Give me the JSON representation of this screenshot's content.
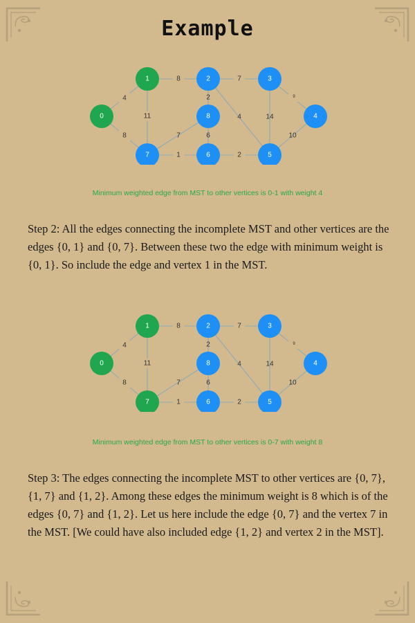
{
  "title": "Example",
  "colors": {
    "background": "#d2b98e",
    "mst_node": "#1fa64e",
    "other_node": "#1e90f5",
    "edge": "#8eaab5",
    "caption": "#2aa84a"
  },
  "step2": {
    "caption": "Minimum weighted edge from MST to other vertices is 0-1 with weight 4",
    "text": "Step 2: All the edges connecting the incomplete MST and other vertices are the edges {0, 1} and {0, 7}. Between these two the edge with minimum weight is {0, 1}. So include the edge and vertex 1 in the MST.",
    "mst_vertices": [
      "0",
      "1"
    ]
  },
  "step3": {
    "caption": "Minimum weighted edge from MST to other vertices is 0-7 with weight 8",
    "text": "Step 3: The edges connecting the incomplete MST to other vertices are {0, 7}, {1, 7} and {1, 2}. Among these edges the minimum weight is 8 which is of the edges {0, 7} and {1, 2}. Let us here include the edge {0, 7} and the vertex 7 in the MST. [We could have also included edge {1, 2} and vertex 2 in the MST].",
    "mst_vertices": [
      "0",
      "1",
      "7"
    ]
  },
  "graph": {
    "vertices": [
      "0",
      "1",
      "2",
      "3",
      "4",
      "5",
      "6",
      "7",
      "8"
    ],
    "edges": [
      {
        "from": "0",
        "to": "1",
        "weight": "4"
      },
      {
        "from": "0",
        "to": "7",
        "weight": "8"
      },
      {
        "from": "1",
        "to": "2",
        "weight": "8"
      },
      {
        "from": "1",
        "to": "7",
        "weight": "11"
      },
      {
        "from": "2",
        "to": "3",
        "weight": "7"
      },
      {
        "from": "2",
        "to": "8",
        "weight": "2"
      },
      {
        "from": "2",
        "to": "5",
        "weight": "4"
      },
      {
        "from": "3",
        "to": "4",
        "weight": "9"
      },
      {
        "from": "3",
        "to": "5",
        "weight": "14"
      },
      {
        "from": "4",
        "to": "5",
        "weight": "10"
      },
      {
        "from": "5",
        "to": "6",
        "weight": "2"
      },
      {
        "from": "6",
        "to": "7",
        "weight": "1"
      },
      {
        "from": "6",
        "to": "8",
        "weight": "6"
      },
      {
        "from": "7",
        "to": "8",
        "weight": "7"
      }
    ]
  }
}
